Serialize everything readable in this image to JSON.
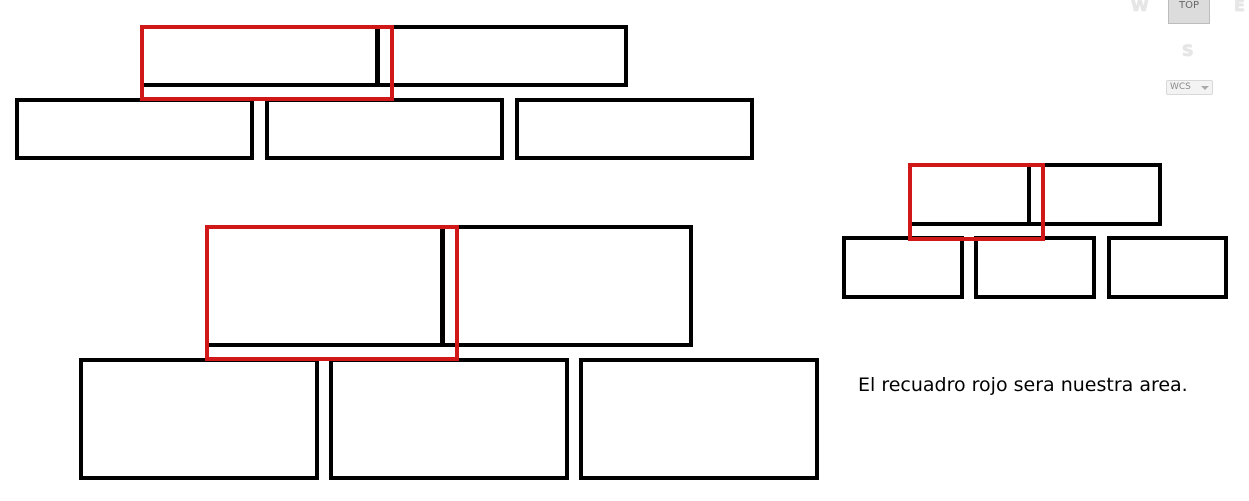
{
  "caption": "El recuadro rojo sera nuestra area.",
  "viewcube": {
    "top_label": "TOP",
    "west_label": "W",
    "south_label": "S",
    "east_label": "E",
    "ucs_label": "WCS"
  },
  "colors": {
    "brick_outline": "#000000",
    "area_outline": "#d01818",
    "background": "#ffffff"
  }
}
